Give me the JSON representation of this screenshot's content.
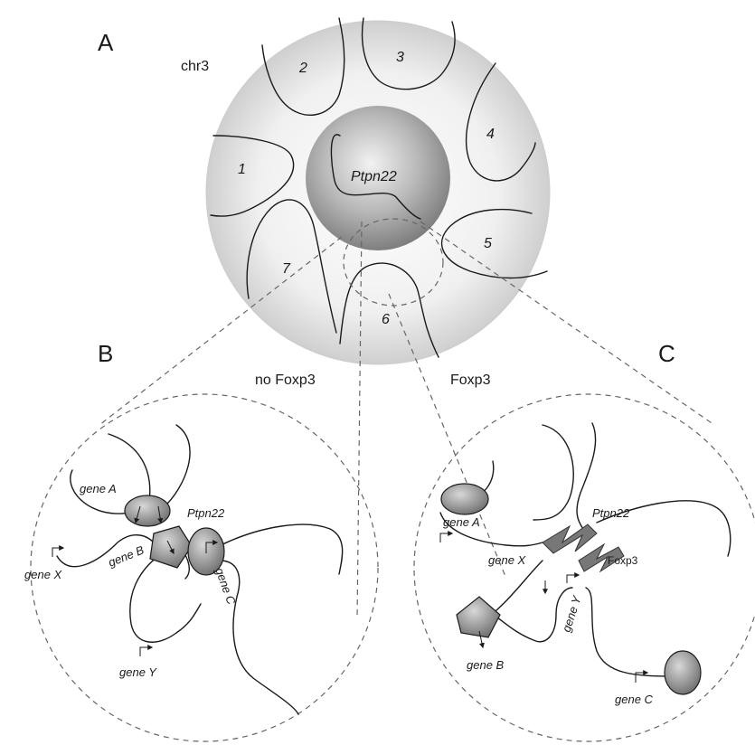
{
  "panels": {
    "a_label": "A",
    "b_label": "B",
    "c_label": "C"
  },
  "panel_a": {
    "chromosome": "chr3",
    "territories": [
      "1",
      "2",
      "3",
      "4",
      "5",
      "6",
      "7"
    ],
    "central_gene": "Ptpn22"
  },
  "panel_b": {
    "condition": "no Foxp3",
    "genes": {
      "a": "gene A",
      "b": "gene B",
      "c": "gene C",
      "x": "gene X",
      "y": "gene Y",
      "ptpn22": "Ptpn22"
    }
  },
  "panel_c": {
    "condition": "Foxp3",
    "genes": {
      "a": "gene A",
      "b": "gene B",
      "c": "gene C",
      "x": "gene X",
      "y": "gene Y",
      "ptpn22": "Ptpn22"
    },
    "factor": "Foxp3"
  },
  "colors": {
    "nucleus_fill": "#e6e6e6",
    "territory_fill": "#c8c8c8",
    "dark_fill": "#7a7a7a",
    "line": "#1a1a1a"
  }
}
